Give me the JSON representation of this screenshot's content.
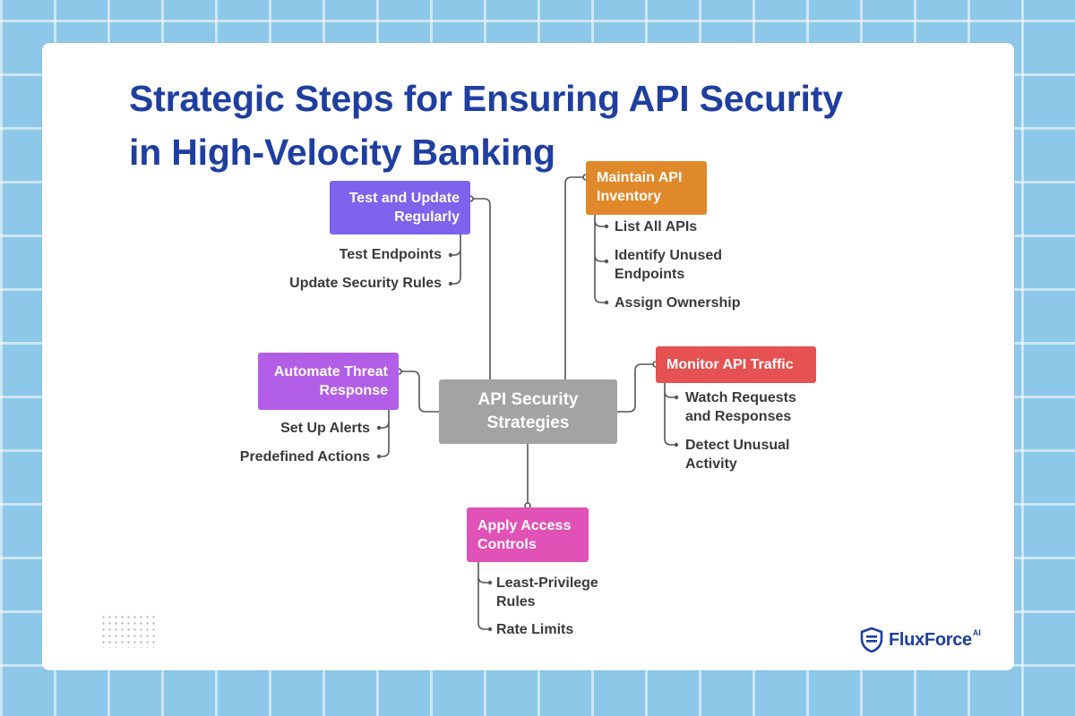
{
  "title": "Strategic Steps for Ensuring API Security\nin High-Velocity Banking",
  "center": {
    "label": "API Security Strategies"
  },
  "branches": {
    "test": {
      "label": "Test and Update Regularly",
      "color": "#7e63ec",
      "items": [
        "Test Endpoints",
        "Update Security Rules"
      ]
    },
    "inventory": {
      "label": "Maintain API Inventory",
      "color": "#e0892b",
      "items": [
        "List All APIs",
        "Identify Unused Endpoints",
        "Assign Ownership"
      ]
    },
    "automate": {
      "label": "Automate Threat Response",
      "color": "#b25ee6",
      "items": [
        "Set Up Alerts",
        "Predefined Actions"
      ]
    },
    "monitor": {
      "label": "Monitor API Traffic",
      "color": "#e65151",
      "items": [
        "Watch Requests and Responses",
        "Detect Unusual Activity"
      ]
    },
    "access": {
      "label": "Apply Access Controls",
      "color": "#e052b5",
      "items": [
        "Least-Privilege Rules",
        "Rate Limits"
      ]
    }
  },
  "logo": {
    "name": "FluxForce",
    "suffix": "AI",
    "icon": "shield-icon"
  }
}
